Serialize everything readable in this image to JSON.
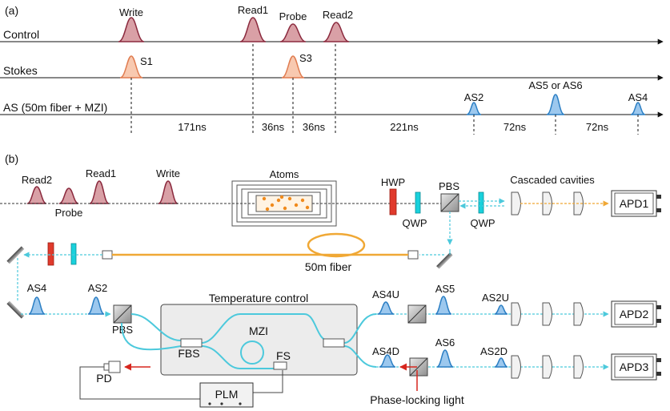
{
  "panel_a": {
    "tag": "(a)",
    "rows": {
      "control": "Control",
      "stokes": "Stokes",
      "as": "AS (50m fiber + MZI)"
    },
    "pulses": {
      "write": "Write",
      "read1": "Read1",
      "probe": "Probe",
      "read2": "Read2",
      "s1": "S1",
      "s3": "S3",
      "as2": "AS2",
      "as56": "AS5 or AS6",
      "as4": "AS4"
    },
    "intervals": [
      "171ns",
      "36ns",
      "36ns",
      "221ns",
      "72ns",
      "72ns"
    ]
  },
  "panel_b": {
    "tag": "(b)",
    "pulses": {
      "read2": "Read2",
      "probe": "Probe",
      "read1": "Read1",
      "write": "Write"
    },
    "atoms": "Atoms",
    "hwp": "HWP",
    "qwp1": "QWP",
    "qwp2": "QWP",
    "pbs_top": "PBS",
    "cavities": "Cascaded cavities",
    "apd1": "APD1",
    "fiber": "50m fiber",
    "as4": "AS4",
    "as2": "AS2",
    "pbs_left": "PBS",
    "temp": "Temperature control",
    "mzi": "MZI",
    "fbs": "FBS",
    "fs": "FS",
    "pd": "PD",
    "plm": "PLM",
    "as4u": "AS4U",
    "as5": "AS5",
    "as2u": "AS2U",
    "apd2": "APD2",
    "as4d": "AS4D",
    "as6": "AS6",
    "as2d": "AS2D",
    "apd3": "APD3",
    "phase_light": "Phase-locking light"
  },
  "colors": {
    "control_pulse": "#d9a0a6",
    "control_edge": "#8b2a3e",
    "stokes_pulse": "#f8c9b0",
    "stokes_edge": "#e07c50",
    "as_pulse": "#9cc8ee",
    "as_edge": "#2c7fc4",
    "cyan_beam": "#4cc9dc",
    "fiber": "#f0a835",
    "red_light": "#d7261e",
    "atom_dot": "#f08a1c",
    "hwp": "#e03a2c",
    "qwp": "#19d1dc"
  }
}
